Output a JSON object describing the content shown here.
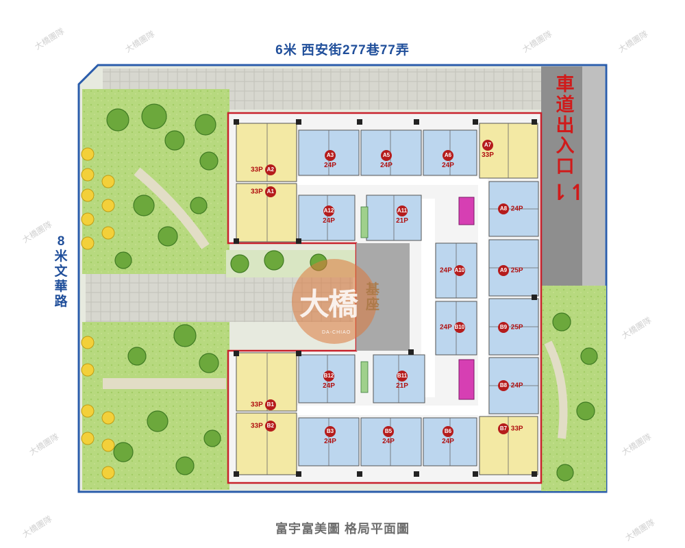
{
  "streets": {
    "top": "6米 西安街277巷77弄",
    "left_chars": [
      "8",
      "米",
      "文",
      "華",
      "路"
    ]
  },
  "driveway": {
    "chars": [
      "車",
      "道",
      "出",
      "入",
      "口"
    ],
    "arrows": "⇂↿"
  },
  "caption": "富宇富美圖 格局平面圖",
  "watermark": {
    "main": "大橋",
    "base_chars": [
      "基",
      "座"
    ],
    "sub": "DA-CHIAO",
    "tile": "大橋團隊"
  },
  "units": [
    {
      "id": "A1",
      "ping": "33P"
    },
    {
      "id": "A2",
      "ping": "33P"
    },
    {
      "id": "A3",
      "ping": "24P"
    },
    {
      "id": "A5",
      "ping": "24P"
    },
    {
      "id": "A6",
      "ping": "24P"
    },
    {
      "id": "A7",
      "ping": "33P"
    },
    {
      "id": "A8",
      "ping": "24P"
    },
    {
      "id": "A9",
      "ping": "25P"
    },
    {
      "id": "A10",
      "ping": "24P"
    },
    {
      "id": "A11",
      "ping": "21P"
    },
    {
      "id": "A12",
      "ping": "24P"
    },
    {
      "id": "B1",
      "ping": "33P"
    },
    {
      "id": "B2",
      "ping": "33P"
    },
    {
      "id": "B3",
      "ping": "24P"
    },
    {
      "id": "B5",
      "ping": "24P"
    },
    {
      "id": "B6",
      "ping": "24P"
    },
    {
      "id": "B7",
      "ping": "33P"
    },
    {
      "id": "B8",
      "ping": "24P"
    },
    {
      "id": "B9",
      "ping": "25P"
    },
    {
      "id": "B10",
      "ping": "24P"
    },
    {
      "id": "B11",
      "ping": "21P"
    },
    {
      "id": "B12",
      "ping": "24P"
    }
  ],
  "colors": {
    "site_border": "#2a5cab",
    "building_border": "#c8212b",
    "unit_blue": "#bcd6ee",
    "unit_yellow": "#f3e9a4",
    "courtyard": "#a9a9a9",
    "elevator": "#d63fb3",
    "driveway": "#8e8e8e",
    "label_red": "#b51c1c"
  }
}
